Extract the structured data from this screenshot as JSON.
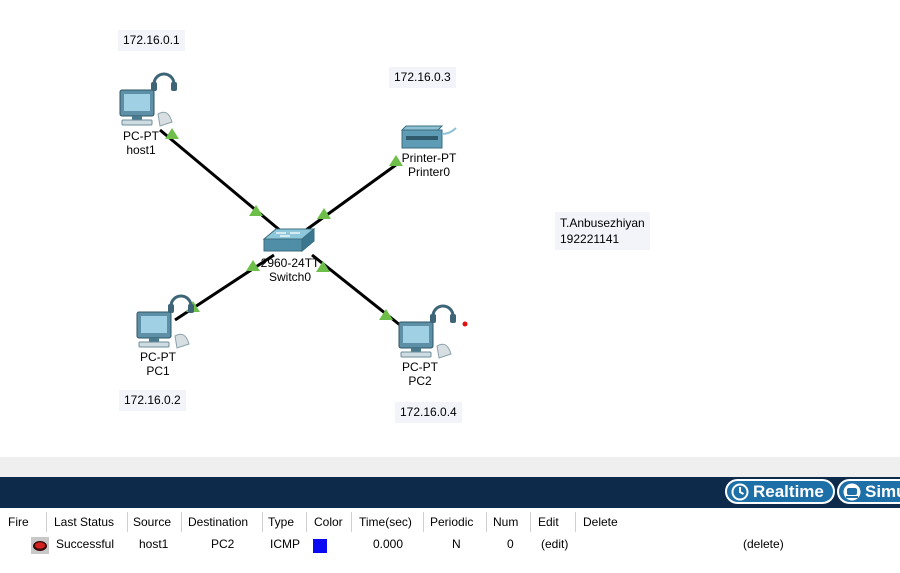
{
  "topology": {
    "notes": {
      "host1_ip": "172.16.0.1",
      "printer_ip": "172.16.0.3",
      "pc1_ip": "172.16.0.2",
      "pc2_ip": "172.16.0.4",
      "author_name": "T.Anbusezhiyan",
      "author_id": "192221141"
    },
    "devices": {
      "host1": {
        "model": "PC-PT",
        "name": "host1"
      },
      "printer0": {
        "model": "Printer-PT",
        "name": "Printer0"
      },
      "switch0": {
        "model": "2960-24TT",
        "name": "Switch0"
      },
      "pc1": {
        "model": "PC-PT",
        "name": "PC1"
      },
      "pc2": {
        "model": "PC-PT",
        "name": "PC2"
      }
    },
    "link_status_color": "#6dbf4a"
  },
  "modebar": {
    "realtime_label": "Realtime",
    "simulation_label": "Simu"
  },
  "pdu_table": {
    "headers": [
      "Fire",
      "Last Status",
      "Source",
      "Destination",
      "Type",
      "Color",
      "Time(sec)",
      "Periodic",
      "Num",
      "Edit",
      "Delete"
    ],
    "rows": [
      {
        "last_status": "Successful",
        "source": "host1",
        "destination": "PC2",
        "type": "ICMP",
        "color": "#0a0af2",
        "time": "0.000",
        "periodic": "N",
        "num": "0",
        "edit": "(edit)",
        "delete": "(delete)"
      }
    ]
  }
}
